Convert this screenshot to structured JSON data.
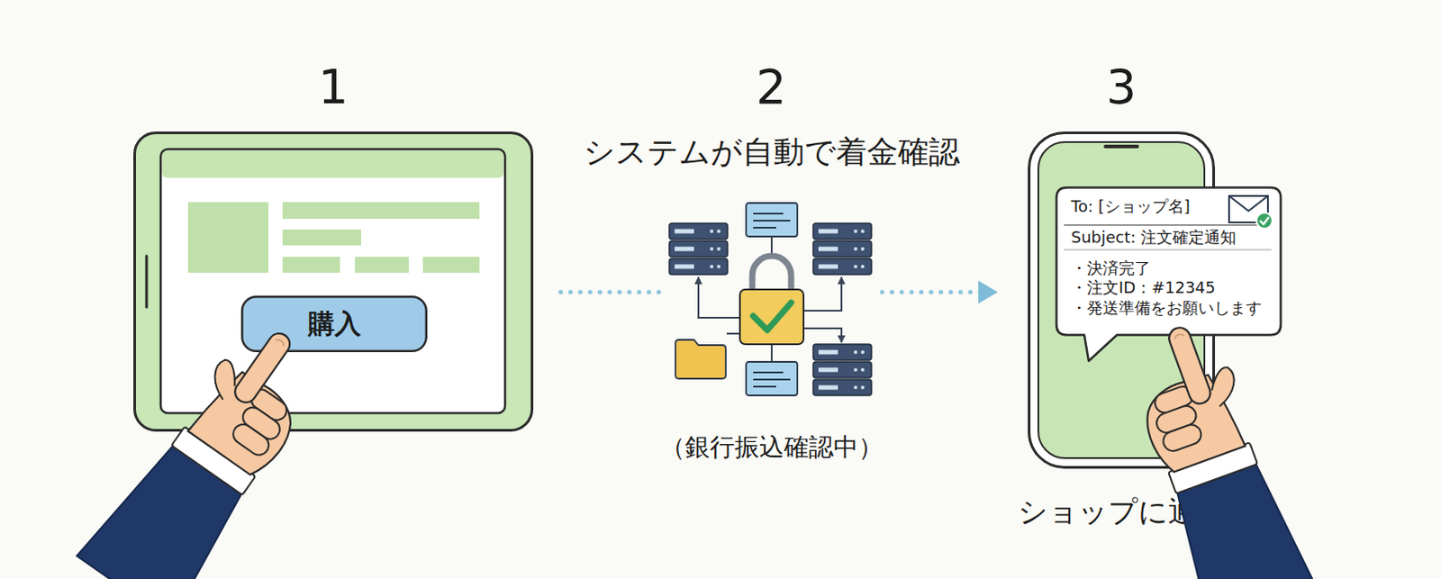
{
  "diagram": {
    "nodes": [
      {
        "text": [
          "1"
        ]
      },
      {
        "text": [
          "購入"
        ],
        "in": 0
      },
      {
        "text": [
          "2",
          "システムが自動で着金確認",
          "（銀行振込確認中）"
        ]
      },
      {
        "text": [
          "3",
          "ショップに通知"
        ]
      },
      {
        "text": [
          "To: [ショップ名]",
          "Subject: 注文確定通知",
          "・決済完了",
          "・注文ID：#12345",
          "・発送準備をお願いします"
        ],
        "in": 3
      }
    ],
    "edges": [
      {
        "from": 0,
        "to": 2,
        "arrow": "none"
      },
      {
        "from": 2,
        "to": 3,
        "arrow": "to"
      }
    ]
  }
}
